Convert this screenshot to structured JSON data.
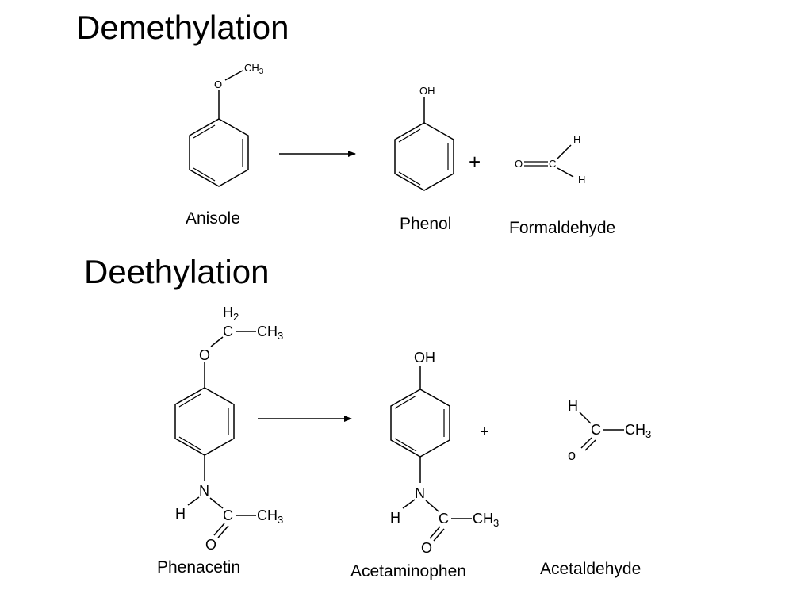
{
  "headings": {
    "demethylation": "Demethylation",
    "deethylation": "Deethylation"
  },
  "names": {
    "anisole": "Anisole",
    "phenol": "Phenol",
    "formaldehyde": "Formaldehyde",
    "phenacetin": "Phenacetin",
    "acetaminophen": "Acetaminophen",
    "acetaldehyde": "Acetaldehyde"
  },
  "atoms": {
    "o": "O",
    "oh": "OH",
    "ch3_main": "CH",
    "sub_3": "3",
    "sub_2": "2",
    "c": "C",
    "h": "H",
    "n": "N",
    "o_lower": "o"
  },
  "symbols": {
    "plus": "+"
  }
}
